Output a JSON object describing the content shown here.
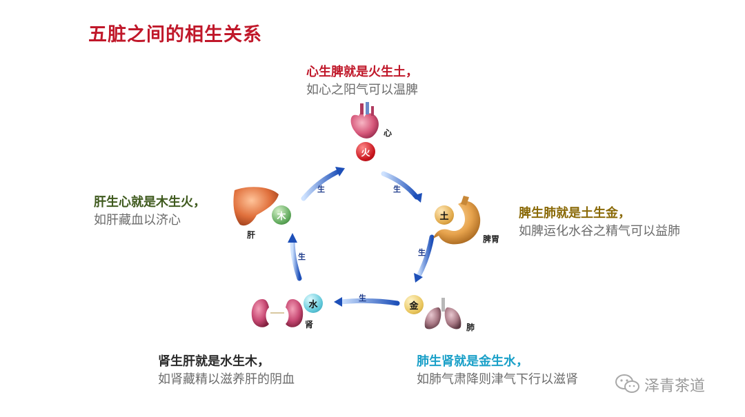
{
  "title": "五脏之间的相生关系",
  "captions": {
    "heart": {
      "heading": "心生脾就是火生土，",
      "detail": "如心之阳气可以温脾"
    },
    "spleen": {
      "heading": "脾生肺就是土生金，",
      "detail": "如脾运化水谷之精气可以益肺"
    },
    "lung": {
      "heading": "肺生肾就是金生水，",
      "detail": "如肺气肃降则津气下行以滋肾"
    },
    "kidney": {
      "heading": "肾生肝就是水生木，",
      "detail": "如肾藏精以滋养肝的阴血"
    },
    "liver": {
      "heading": "肝生心就是木生火，",
      "detail": "如肝藏血以济心"
    }
  },
  "organs": {
    "heart": "心",
    "spleen": "脾胃",
    "lung": "肺",
    "kidney": "肾",
    "liver": "肝"
  },
  "elements": {
    "fire": "火",
    "earth": "土",
    "metal": "金",
    "water": "水",
    "wood": "木"
  },
  "arrows": [
    "生",
    "生",
    "生",
    "生",
    "生"
  ],
  "watermark": "泽青茶道",
  "colors": {
    "title": "#c0182a",
    "fire_heading": "#c0182a",
    "earth_heading": "#8a6a08",
    "metal_heading": "#1aa0c8",
    "water_heading": "#2a2a2a",
    "wood_heading": "#3f5a1e",
    "detail_text": "#6b6b6b",
    "arrow": "#1d4fb8"
  },
  "icons": [
    "heart-icon",
    "stomach-icon",
    "lungs-icon",
    "kidneys-icon",
    "liver-icon",
    "wechat-icon"
  ]
}
